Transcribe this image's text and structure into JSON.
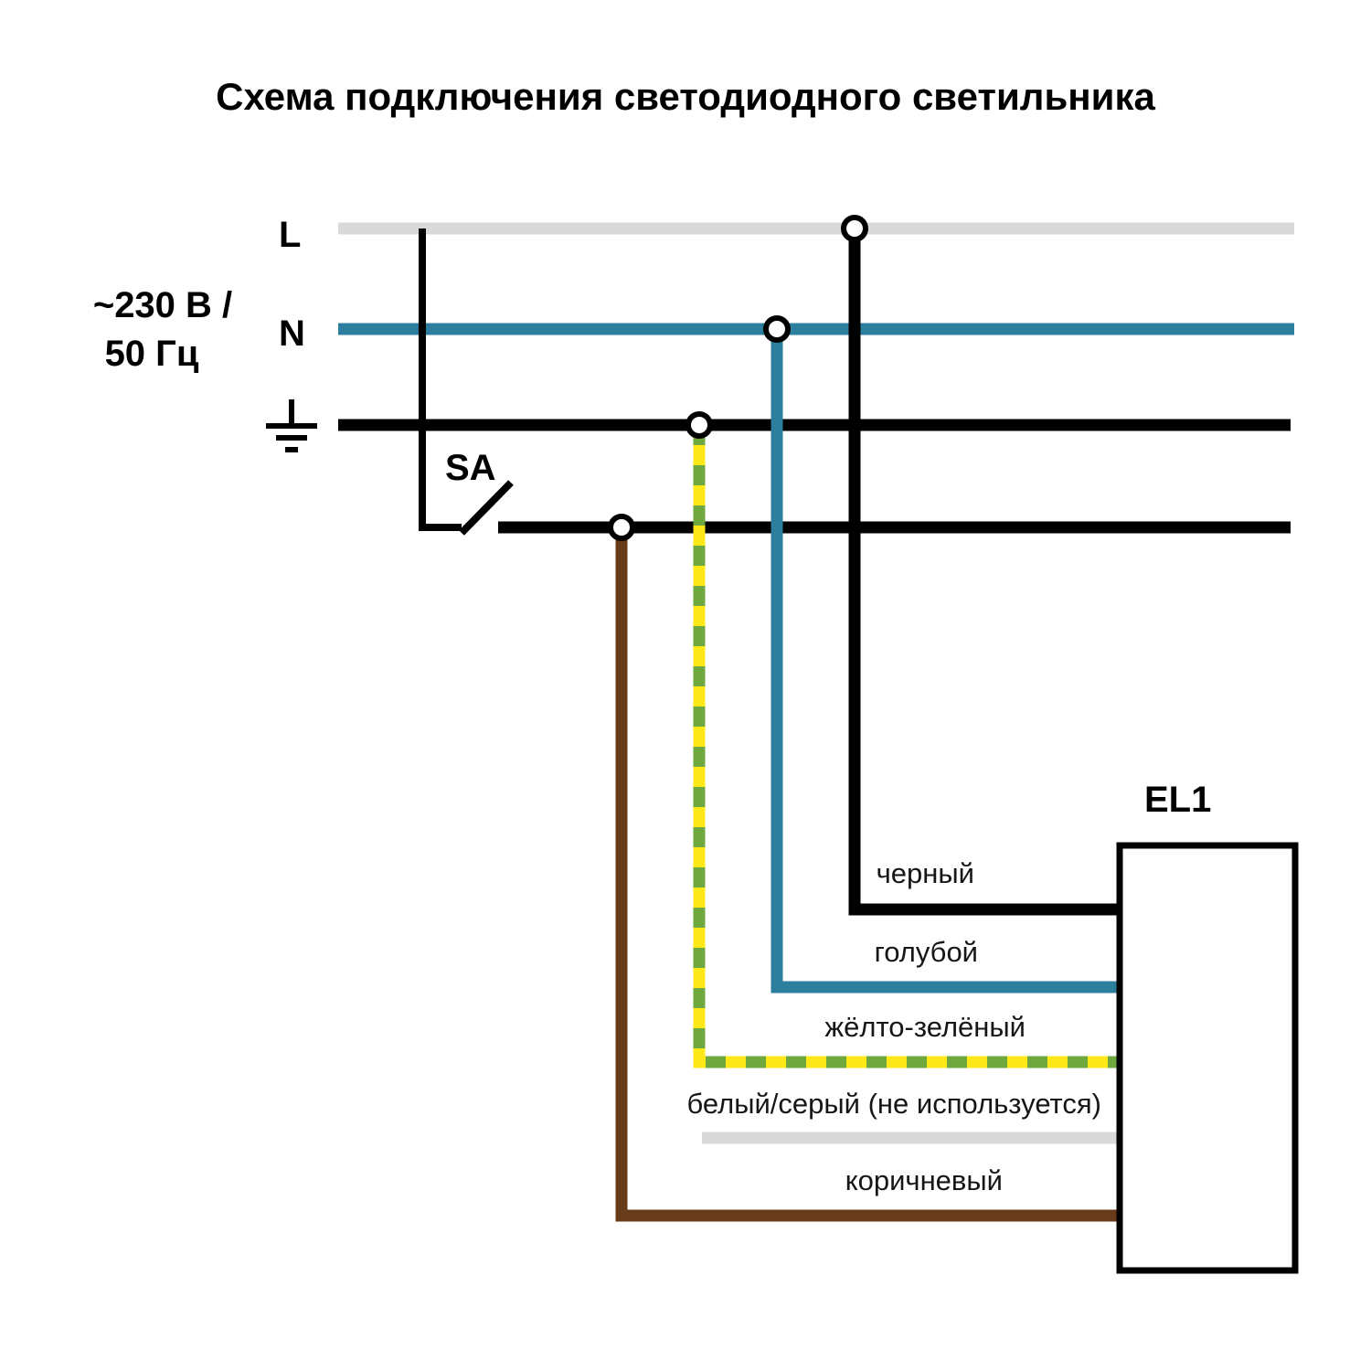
{
  "title": "Схема подключения светодиодного светильника",
  "source": {
    "line_label": "L",
    "neutral_label": "N",
    "voltage_line1": "~230 В /",
    "voltage_line2": "50 Гц"
  },
  "switch": {
    "label": "SA"
  },
  "luminaire": {
    "label": "EL1"
  },
  "wires": [
    {
      "name": "black",
      "label": "черный",
      "color": "#000000"
    },
    {
      "name": "blue",
      "label": "голубой",
      "color": "#2B7E9D"
    },
    {
      "name": "yellow-green",
      "label": "жёлто-зелёный",
      "color_base": "#FFE81A",
      "color_dash": "#6FA83F"
    },
    {
      "name": "white-gray",
      "label": "белый/серый (не используется)",
      "color": "#D9D9D9"
    },
    {
      "name": "brown",
      "label": "коричневый",
      "color": "#683B1A"
    }
  ],
  "colors": {
    "line_bus": "#D9D9D9",
    "neutral_bus": "#2B7E9D",
    "ground_bus": "#000000",
    "switched_bus": "#000000"
  }
}
